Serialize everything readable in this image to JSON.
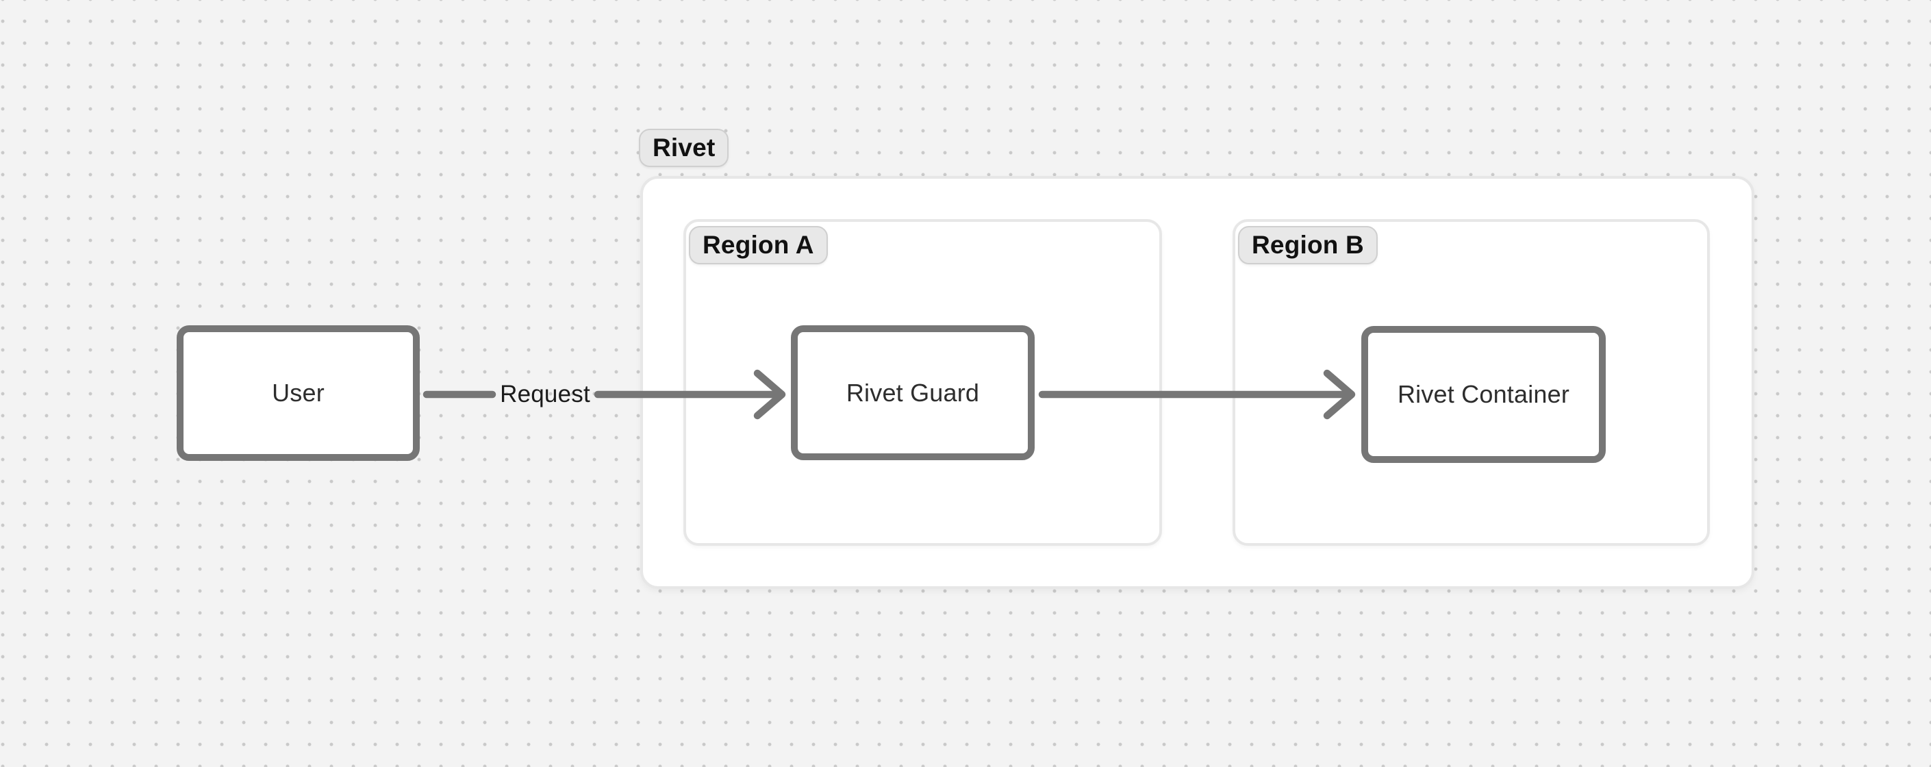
{
  "diagram": {
    "groups": {
      "rivet": {
        "label": "Rivet"
      },
      "region_a": {
        "label": "Region A"
      },
      "region_b": {
        "label": "Region B"
      }
    },
    "nodes": {
      "user": {
        "label": "User"
      },
      "rivet_guard": {
        "label": "Rivet Guard"
      },
      "rivet_container": {
        "label": "Rivet Container"
      }
    },
    "edges": {
      "user_to_guard": {
        "label": "Request",
        "from": "User",
        "to": "Rivet Guard"
      },
      "guard_to_container": {
        "label": "",
        "from": "Rivet Guard",
        "to": "Rivet Container"
      }
    }
  },
  "colors": {
    "background": "#f3f3f3",
    "dot": "#c9c9c9",
    "surface": "#ffffff",
    "group_border": "#e7e7e7",
    "node_border": "#767676",
    "node_text": "#2d2d2d",
    "pill_bg": "#e8e8e8",
    "pill_border": "#cfcfcf",
    "pill_text": "#111111",
    "edge": "#767676",
    "edge_label_text": "#1b1b1b"
  }
}
